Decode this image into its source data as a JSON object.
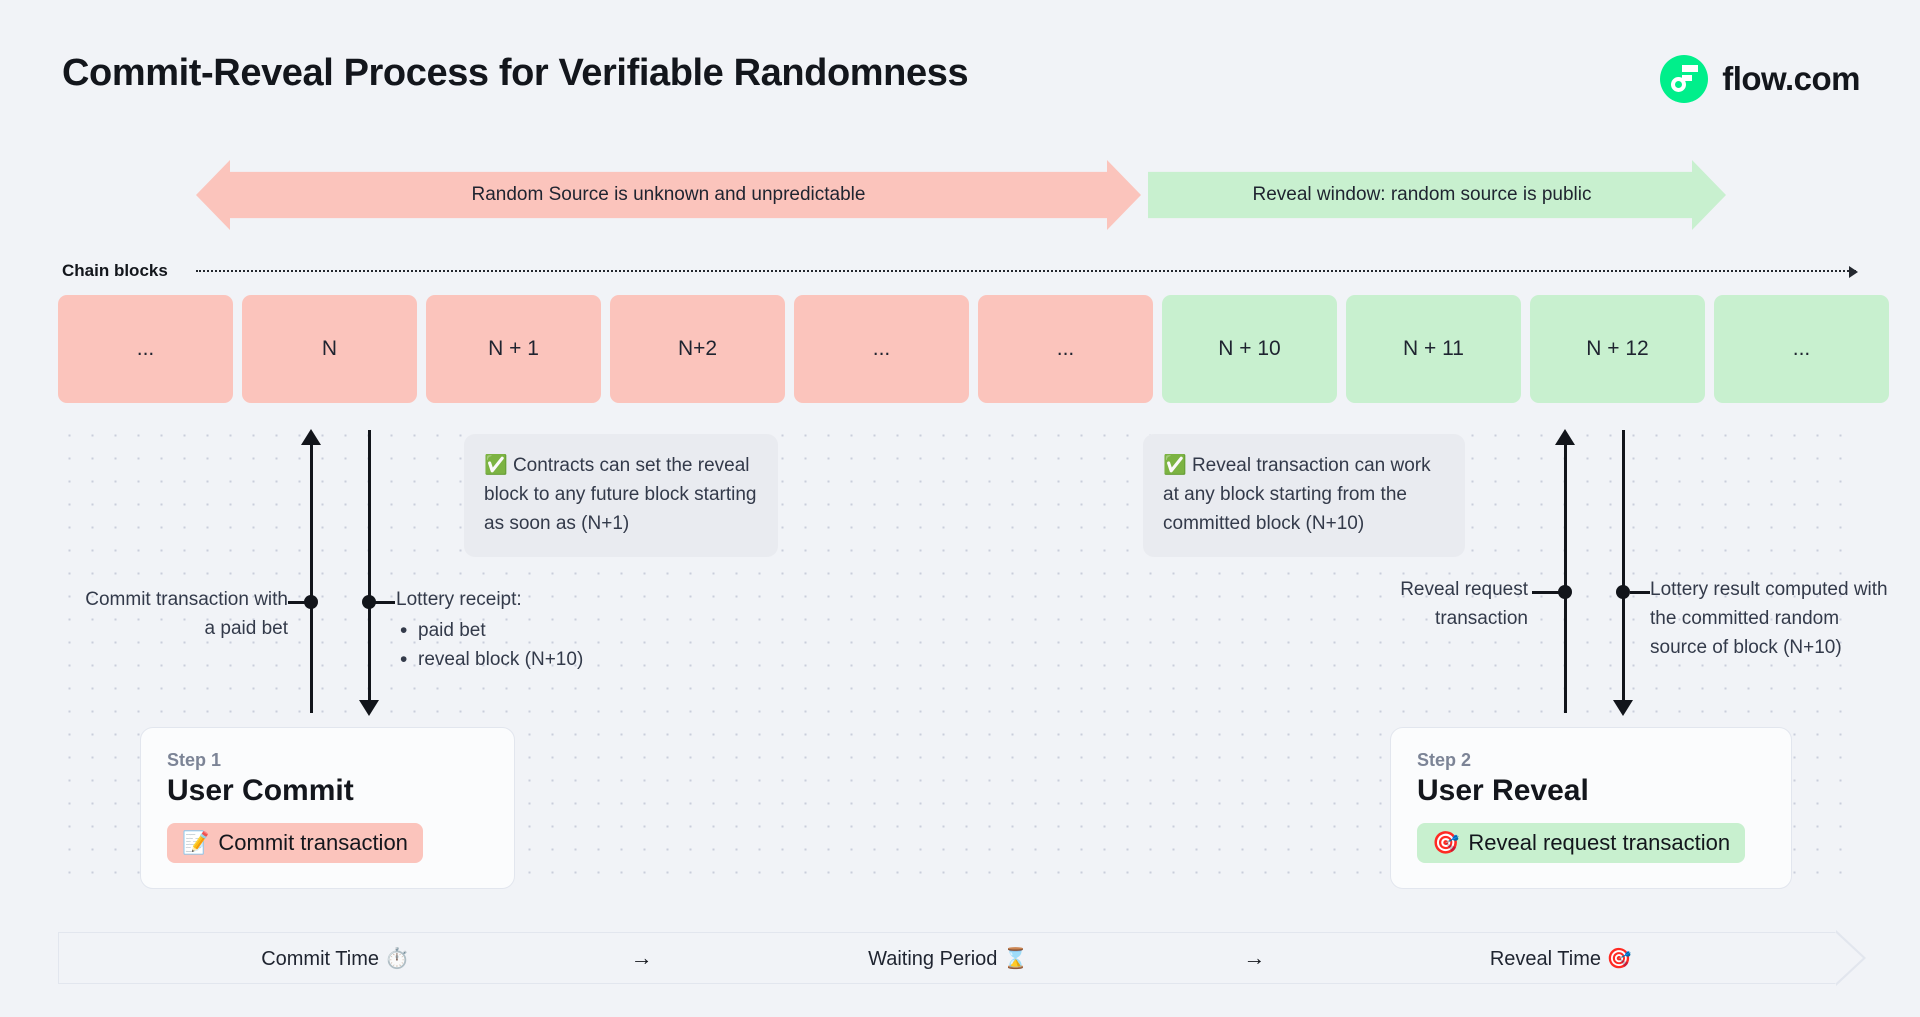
{
  "header": {
    "title": "Commit-Reveal Process for Verifiable Randomness",
    "brand_text": "flow.com",
    "brand_color": "#00ef8b"
  },
  "phases": [
    {
      "id": "unknown",
      "label": "Random Source is unknown and unpredictable",
      "color": "#fbc4bc"
    },
    {
      "id": "reveal",
      "label": "Reveal window: random source is public",
      "color": "#c8f0cf"
    }
  ],
  "chain": {
    "label": "Chain blocks",
    "blocks": [
      {
        "label": "...",
        "state": "pink"
      },
      {
        "label": "N",
        "state": "pink"
      },
      {
        "label": "N + 1",
        "state": "pink"
      },
      {
        "label": "N+2",
        "state": "pink"
      },
      {
        "label": "...",
        "state": "pink"
      },
      {
        "label": "...",
        "state": "pink"
      },
      {
        "label": "N + 10",
        "state": "green"
      },
      {
        "label": "N + 11",
        "state": "green"
      },
      {
        "label": "N + 12",
        "state": "green"
      },
      {
        "label": "...",
        "state": "green"
      }
    ]
  },
  "callouts": {
    "left": {
      "check": "✅",
      "text": "Contracts can set the reveal block to any future block starting as soon as (N+1)"
    },
    "right": {
      "check": "✅",
      "text": "Reveal transaction can work at any block starting from the committed block (N+10)"
    }
  },
  "annotations": {
    "commit_tx": "Commit transaction with a paid bet",
    "lottery_receipt_title": "Lottery receipt:",
    "lottery_receipt_items": [
      "paid bet",
      "reveal block (N+10)"
    ],
    "reveal_request": "Reveal request transaction",
    "lottery_result": "Lottery result computed with the committed random source of block (N+10)"
  },
  "steps": [
    {
      "step": "Step 1",
      "heading": "User Commit",
      "chip_icon": "📝",
      "chip_label": "Commit transaction",
      "chip_color": "#fbc4bc"
    },
    {
      "step": "Step 2",
      "heading": "User Reveal",
      "chip_icon": "🎯",
      "chip_label": "Reveal request transaction",
      "chip_color": "#c8f0cf"
    }
  ],
  "timeline": {
    "items": [
      {
        "label": "Commit Time ⏱️"
      },
      {
        "label": "Waiting Period ⌛"
      },
      {
        "label": "Reveal Time 🎯"
      }
    ],
    "separator": "→"
  }
}
